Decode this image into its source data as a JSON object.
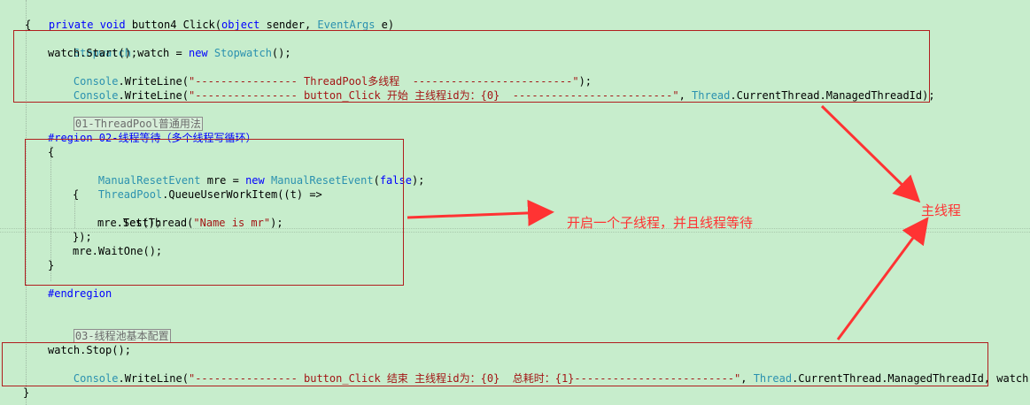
{
  "code": {
    "l0_sig": {
      "kw1": "private",
      "kw2": "void",
      "name": "button4_Click(",
      "kw3": "object",
      "p1": " sender, ",
      "type1": "EventArgs",
      "p2": " e)"
    },
    "l1_open": "{",
    "l2": {
      "t1": "Stopwatch",
      "a": " watch = ",
      "kw": "new",
      "t2": "Stopwatch",
      "b": "();"
    },
    "l3": "watch.Start();",
    "l4": {
      "t": "Console",
      "a": ".WriteLine(",
      "s": "\"---------------- ThreadPool多线程  -------------------------\"",
      "b": ");"
    },
    "l5": {
      "t": "Console",
      "a": ".WriteLine(",
      "s": "\"---------------- button_Click 开始 主线程id为：{0}  -------------------------\"",
      "b": ", ",
      "t2": "Thread",
      "c": ".CurrentThread.ManagedThreadId);"
    },
    "l6_collapsed": "01-ThreadPool普通用法",
    "l7_region": "#region 02-线程等待（多个线程写循环）",
    "l8_open": "{",
    "l9": {
      "t1": "ManualResetEvent",
      "a": " mre = ",
      "kw": "new",
      "t2": "ManualResetEvent",
      "b": "(",
      "kw2": "false",
      "c": ");"
    },
    "l10": {
      "t": "ThreadPool",
      "a": ".QueueUserWorkItem((t) =>"
    },
    "l11_open": "{",
    "l12": {
      "a": "TestThread(",
      "s": "\"Name is mr\"",
      "b": ");"
    },
    "l13": "mre.Set();",
    "l14": "});",
    "l15": "mre.WaitOne();",
    "l16_close": "}",
    "l17_endregion": "#endregion",
    "l18_collapsed": "03-线程池基本配置",
    "l19": "watch.Stop();",
    "l20": {
      "t": "Console",
      "a": ".WriteLine(",
      "s": "\"---------------- button_Click 结束 主线程id为：{0}  总耗时：{1}-------------------------\"",
      "b": ", ",
      "t2": "Thread",
      "c": ".CurrentThread.ManagedThreadId, watch.Ela"
    },
    "l21_close": "}"
  },
  "annotations": {
    "sub_thread": "开启一个子线程，并且线程等待",
    "main_thread": "主线程"
  },
  "colors": {
    "annotation": "#ff3333",
    "box_border": "#b01e1e",
    "background": "#c7edcc"
  }
}
